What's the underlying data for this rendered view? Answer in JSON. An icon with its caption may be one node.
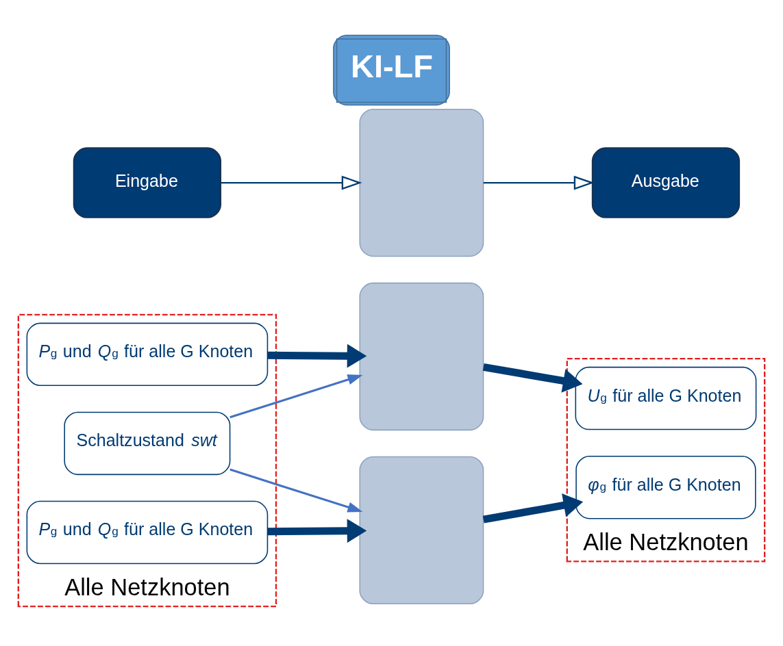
{
  "diagram": {
    "title": "KI-LF",
    "nodes": [
      {
        "text": [
          "Eingabe"
        ]
      },
      {
        "text": [],
        "shape": "box"
      },
      {
        "text": [
          "Ausgabe"
        ]
      },
      {
        "text": [
          "Alle Netzknoten"
        ]
      },
      {
        "text": [
          "*P*$_{g}$ und *Q*$_{g}$ für alle G Knoten"
        ],
        "in": 3
      },
      {
        "text": [
          "Schaltzustand *swt*"
        ],
        "in": 3
      },
      {
        "text": [
          "*P*$_{g}$ und *Q*$_{g}$ für alle G Knoten"
        ],
        "in": 3
      },
      {
        "text": [],
        "shape": "box"
      },
      {
        "text": [],
        "shape": "box"
      },
      {
        "text": [
          "Alle Netzknoten"
        ]
      },
      {
        "text": [
          "*U*$_{g}$ für alle G Knoten"
        ],
        "in": 9
      },
      {
        "text": [
          "*φ*$_{g}$ für alle G Knoten"
        ],
        "in": 9
      }
    ],
    "edges": [
      {
        "from": 0,
        "to": 1,
        "arrow": "to"
      },
      {
        "from": 1,
        "to": 2,
        "arrow": "to"
      },
      {
        "from": 4,
        "to": 7,
        "arrow": "to",
        "style": "thick"
      },
      {
        "from": 5,
        "to": 7,
        "arrow": "to",
        "color": "#4472c4"
      },
      {
        "from": 5,
        "to": 8,
        "arrow": "to",
        "color": "#4472c4"
      },
      {
        "from": 6,
        "to": 8,
        "arrow": "to",
        "style": "thick"
      },
      {
        "from": 7,
        "to": 10,
        "arrow": "to",
        "style": "thick"
      },
      {
        "from": 8,
        "to": 11,
        "arrow": "to",
        "style": "thick"
      }
    ]
  }
}
